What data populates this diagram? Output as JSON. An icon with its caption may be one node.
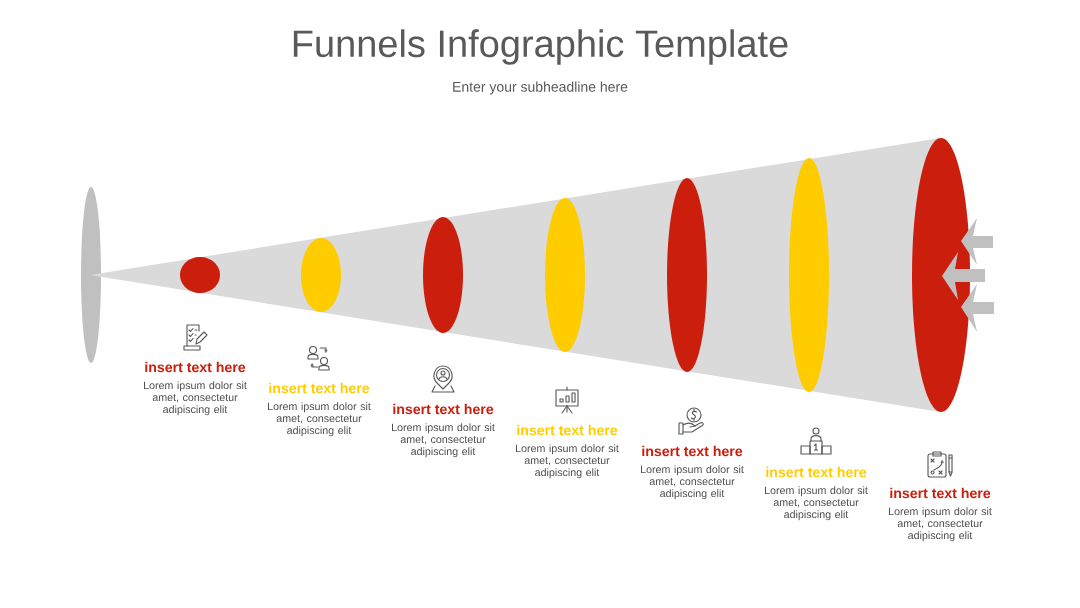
{
  "diagram": {
    "title": "Funnels Infographic Template",
    "labels": [
      "Enter your subheadline here",
      "insert text here",
      "Lorem ipsum dolor sit amet, consectetur adipiscing elit",
      "insert text here",
      "Lorem ipsum dolor sit amet, consectetur adipiscing elit",
      "insert text here",
      "Lorem ipsum dolor sit amet, consectetur adipiscing elit",
      "insert text here",
      "Lorem ipsum dolor sit amet, consectetur adipiscing elit",
      "insert text here",
      "Lorem ipsum dolor sit amet, consectetur adipiscing elit",
      "insert text here",
      "Lorem ipsum dolor sit amet, consectetur adipiscing elit",
      "insert text here",
      "Lorem ipsum dolor sit amet, consectetur adipiscing elit"
    ]
  }
}
